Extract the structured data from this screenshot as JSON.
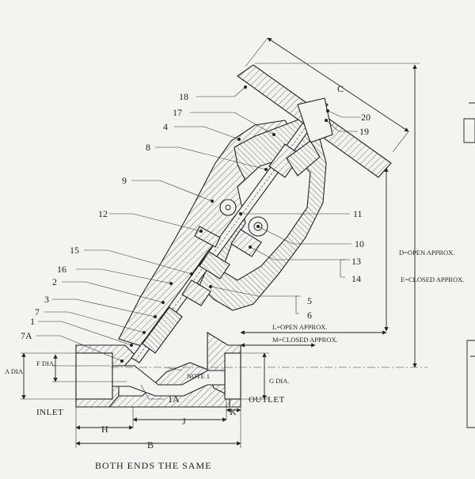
{
  "drawing": {
    "part_labels": [
      "18",
      "17",
      "4",
      "8",
      "9",
      "12",
      "15",
      "16",
      "2",
      "3",
      "7",
      "1",
      "7A",
      "20",
      "19",
      "11",
      "10",
      "13",
      "14",
      "5",
      "6",
      "1A"
    ],
    "dimensions": {
      "c": "C",
      "d": "D=OPEN APPROX.",
      "e": "E=CLOSED APPROX.",
      "l": "L=OPEN APPROX.",
      "m": "M=CLOSED APPROX.",
      "a": "A DIA.",
      "f": "F DIA.",
      "g": "G DIA.",
      "h": "H",
      "j": "J",
      "k": "K",
      "b": "B"
    },
    "note": "NOTE 1",
    "inlet": "INLET",
    "outlet": "OUTLET",
    "caption": "BOTH ENDS THE SAME"
  }
}
